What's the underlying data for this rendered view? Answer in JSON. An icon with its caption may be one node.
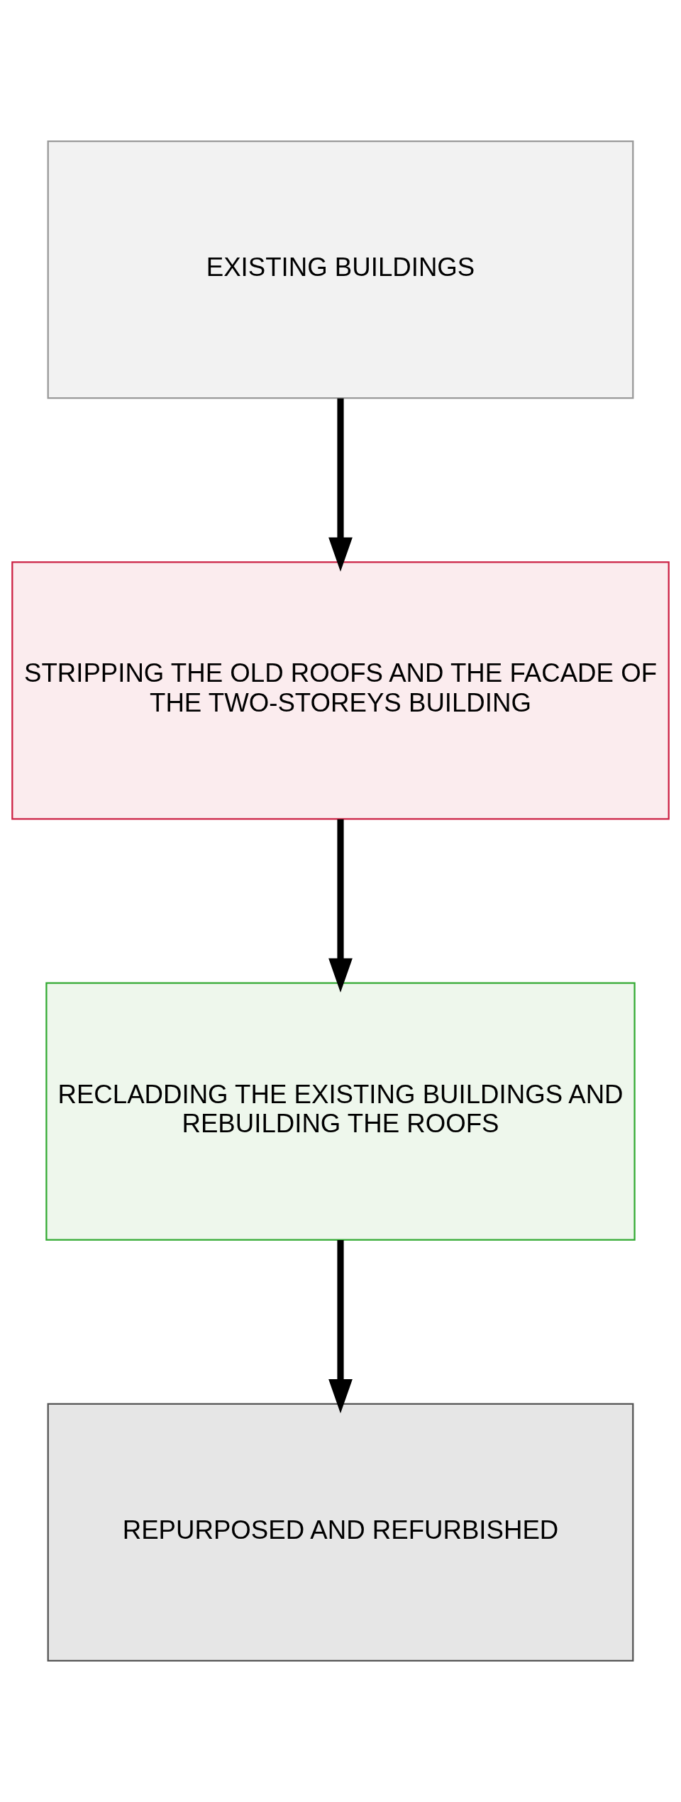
{
  "diagram": {
    "nodes": [
      {
        "text": [
          "EXISTING BUILDINGS"
        ]
      },
      {
        "text": [
          "STRIPPING THE OLD ROOFS AND THE FACADE OF THE TWO-STOREYS BUILDING"
        ]
      },
      {
        "text": [
          "RECLADDING THE EXISTING BUILDINGS AND REBUILDING THE ROOFS"
        ]
      },
      {
        "text": [
          "REPURPOSED AND REFURBISHED"
        ]
      }
    ],
    "edges": [
      {
        "from": 0,
        "to": 1,
        "arrow": "to"
      },
      {
        "from": 1,
        "to": 2,
        "arrow": "to"
      },
      {
        "from": 2,
        "to": 3,
        "arrow": "to"
      }
    ]
  }
}
